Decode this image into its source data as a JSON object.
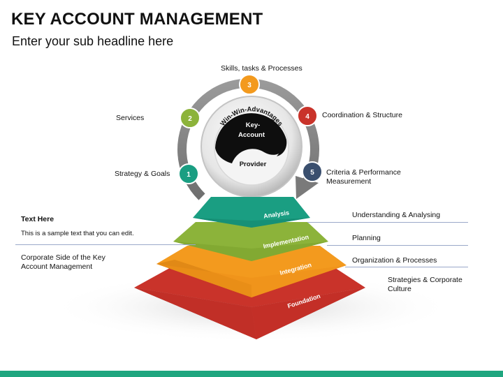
{
  "header": {
    "title": "KEY ACCOUNT MANAGEMENT",
    "subtitle": "Enter your sub headline here"
  },
  "cycle": {
    "steps": [
      {
        "number": "1",
        "label": "Strategy & Goals",
        "color": "#1a9e82"
      },
      {
        "number": "2",
        "label": "Services",
        "color": "#8cb33a"
      },
      {
        "number": "3",
        "label": "Skills,  tasks & Processes",
        "color": "#f39a1e"
      },
      {
        "number": "4",
        "label": "Coordination & Structure",
        "color": "#c9332a"
      },
      {
        "number": "5",
        "label": "Criteria & Performance Measurement",
        "color": "#3a4f6e"
      }
    ]
  },
  "core": {
    "arc_text": "Win-Win-Advantages",
    "top_text": "Key-Account",
    "bottom_text": "Provider"
  },
  "pyramid": {
    "layers": [
      {
        "name": "Analysis",
        "description": "Understanding & Analysing",
        "color": "#1a9e82"
      },
      {
        "name": "Implementation",
        "description": "Planning",
        "color": "#8cb33a"
      },
      {
        "name": "Integration",
        "description": "Organization & Processes",
        "color": "#f39a1e"
      },
      {
        "name": "Foundation",
        "description": "Strategies & Corporate Culture",
        "color": "#c9332a"
      }
    ]
  },
  "left_notes": {
    "heading": "Text Here",
    "body": "This is a sample text that you can edit.",
    "corporate": "Corporate Side of the Key Account Management"
  },
  "colors": {
    "accent": "#1fa67f"
  }
}
